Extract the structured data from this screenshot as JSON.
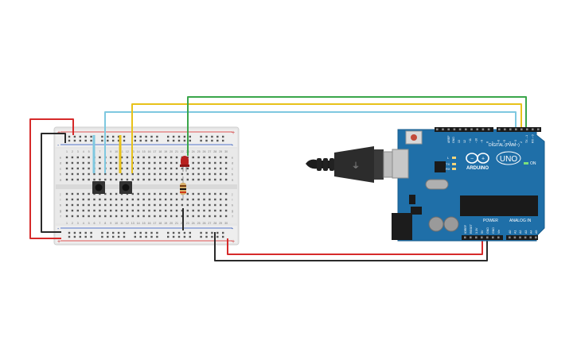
{
  "breadboard": {
    "column_numbers": [
      "1",
      "2",
      "3",
      "4",
      "5",
      "6",
      "7",
      "8",
      "9",
      "10",
      "11",
      "12",
      "13",
      "14",
      "15",
      "16",
      "17",
      "18",
      "19",
      "20",
      "21",
      "22",
      "23",
      "24",
      "25",
      "26",
      "27",
      "28",
      "29",
      "30"
    ],
    "row_letters_top": [
      "a",
      "b",
      "c",
      "d",
      "e"
    ],
    "row_letters_bottom": [
      "f",
      "g",
      "h",
      "i",
      "j"
    ],
    "rail_plus": "+",
    "rail_minus": "-"
  },
  "arduino": {
    "logo_text": "ARDUINO",
    "model": "UNO",
    "on_label": "ON",
    "digital_label": "DIGITAL (PWM~)",
    "analog_label": "ANALOG IN",
    "power_label": "POWER",
    "tx_label": "TX",
    "rx_label": "RX",
    "l_label": "L",
    "aref_label": "AREF",
    "gnd_label": "GND",
    "digital_pins": [
      "13",
      "12",
      "~11",
      "~10",
      "~9",
      "8",
      "7",
      "~6",
      "~5",
      "4",
      "~3",
      "2",
      "TX→1",
      "RX←0"
    ],
    "power_pins": [
      "IOREF",
      "RESET",
      "3.3V",
      "5V",
      "GND",
      "GND",
      "Vin"
    ],
    "analog_pins": [
      "A0",
      "A1",
      "A2",
      "A3",
      "A4",
      "A5"
    ]
  },
  "colors": {
    "wire_red": "#d62a2a",
    "wire_black": "#2a2a2a",
    "wire_green": "#3aa64a",
    "wire_yellow": "#e8c21a",
    "wire_blue": "#7ec8e0",
    "board_blue": "#1f6fa8",
    "breadboard": "#e8e8e8"
  }
}
